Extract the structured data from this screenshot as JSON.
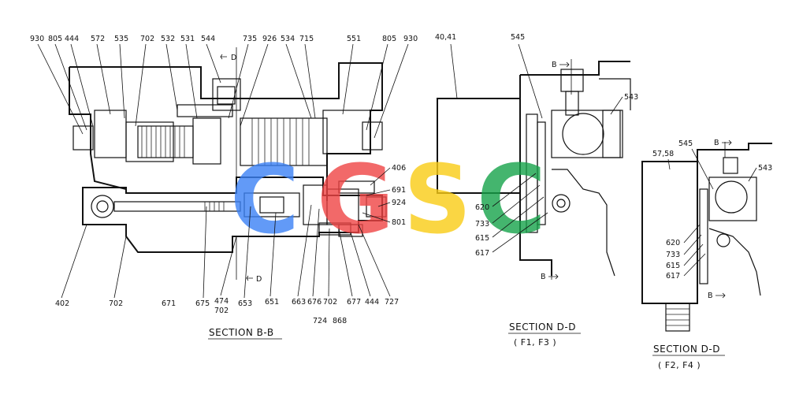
{
  "section_bb": {
    "title": "SECTION B-B",
    "top_labels": [
      "930",
      "805",
      "444",
      "572",
      "535",
      "702",
      "532",
      "531",
      "544",
      "735",
      "926",
      "534",
      "715",
      "551",
      "805",
      "930"
    ],
    "right_labels": [
      "406",
      "691",
      "924",
      "801"
    ],
    "bottom_labels": [
      "402",
      "702",
      "671",
      "675",
      "474",
      "702",
      "653",
      "651",
      "663",
      "676",
      "702",
      "677",
      "444",
      "727",
      "724",
      "868"
    ],
    "section_marks": [
      "D",
      "D"
    ]
  },
  "section_dd_1": {
    "title": "SECTION D-D",
    "subtitle": "( F1, F3 )",
    "labels": [
      "40,41",
      "545",
      "543",
      "620",
      "733",
      "615",
      "617"
    ],
    "section_marks": [
      "B",
      "B"
    ]
  },
  "section_dd_2": {
    "title": "SECTION D-D",
    "subtitle": "( F2, F4 )",
    "labels": [
      "57,58",
      "545",
      "543",
      "620",
      "733",
      "615",
      "617"
    ],
    "section_marks": [
      "B",
      "B"
    ]
  },
  "watermark": {
    "letters": [
      "C",
      "G",
      "S",
      "C"
    ],
    "colors": [
      "#3b82f6",
      "#ef4444",
      "#facc15",
      "#16a34a"
    ]
  }
}
